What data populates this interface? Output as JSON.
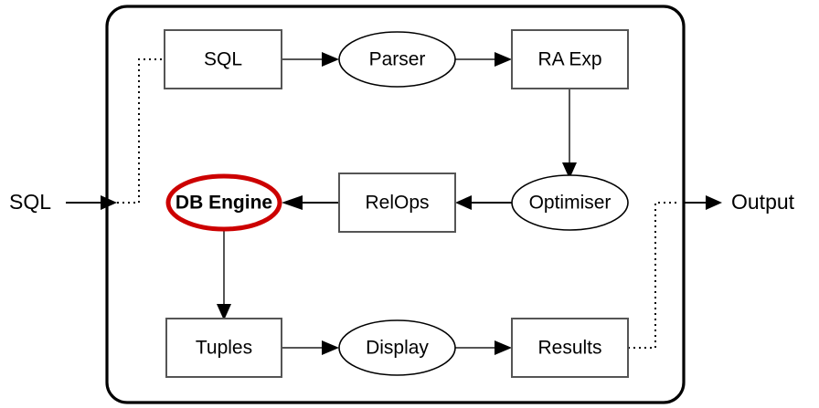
{
  "diagram": {
    "title_visible": false,
    "frame": {
      "name": "dbms-boundary",
      "shape": "rounded-rectangle",
      "stroke_color": "#000000"
    },
    "external_labels": [
      {
        "id": "input-sql",
        "text": "SQL",
        "position": "left"
      },
      {
        "id": "output",
        "text": "Output",
        "position": "right"
      }
    ],
    "nodes": [
      {
        "id": "sql-box",
        "label": "SQL",
        "shape": "rectangle",
        "highlight": false,
        "stroke_color": "#555555"
      },
      {
        "id": "parser",
        "label": "Parser",
        "shape": "ellipse",
        "highlight": false,
        "stroke_color": "#000000"
      },
      {
        "id": "ra-exp",
        "label": "RA Exp",
        "shape": "rectangle",
        "highlight": false,
        "stroke_color": "#555555"
      },
      {
        "id": "optimiser",
        "label": "Optimiser",
        "shape": "ellipse",
        "highlight": false,
        "stroke_color": "#000000"
      },
      {
        "id": "relops",
        "label": "RelOps",
        "shape": "rectangle",
        "highlight": false,
        "stroke_color": "#555555"
      },
      {
        "id": "db-engine",
        "label": "DB Engine",
        "shape": "ellipse",
        "highlight": true,
        "stroke_color": "#cc0000"
      },
      {
        "id": "tuples",
        "label": "Tuples",
        "shape": "rectangle",
        "highlight": false,
        "stroke_color": "#555555"
      },
      {
        "id": "display",
        "label": "Display",
        "shape": "ellipse",
        "highlight": false,
        "stroke_color": "#000000"
      },
      {
        "id": "results",
        "label": "Results",
        "shape": "rectangle",
        "highlight": false,
        "stroke_color": "#555555"
      }
    ],
    "edges": [
      {
        "id": "sql-to-parser",
        "from": "sql-box",
        "to": "parser",
        "style": "solid",
        "arrow": true
      },
      {
        "id": "parser-to-ra-exp",
        "from": "parser",
        "to": "ra-exp",
        "style": "solid",
        "arrow": true
      },
      {
        "id": "ra-exp-to-optimiser",
        "from": "ra-exp",
        "to": "optimiser",
        "style": "solid",
        "arrow": true
      },
      {
        "id": "optimiser-to-relops",
        "from": "optimiser",
        "to": "relops",
        "style": "solid",
        "arrow": true
      },
      {
        "id": "relops-to-db-engine",
        "from": "relops",
        "to": "db-engine",
        "style": "solid",
        "arrow": true
      },
      {
        "id": "db-engine-to-tuples",
        "from": "db-engine",
        "to": "tuples",
        "style": "solid",
        "arrow": true
      },
      {
        "id": "tuples-to-display",
        "from": "tuples",
        "to": "display",
        "style": "solid",
        "arrow": true
      },
      {
        "id": "display-to-results",
        "from": "display",
        "to": "results",
        "style": "solid",
        "arrow": true
      },
      {
        "id": "input-sql-to-boundary",
        "from": "input-sql",
        "to": "sql-box",
        "style": "dotted",
        "arrow": true
      },
      {
        "id": "results-to-output",
        "from": "results",
        "to": "output",
        "style": "dotted",
        "arrow": true
      }
    ]
  }
}
